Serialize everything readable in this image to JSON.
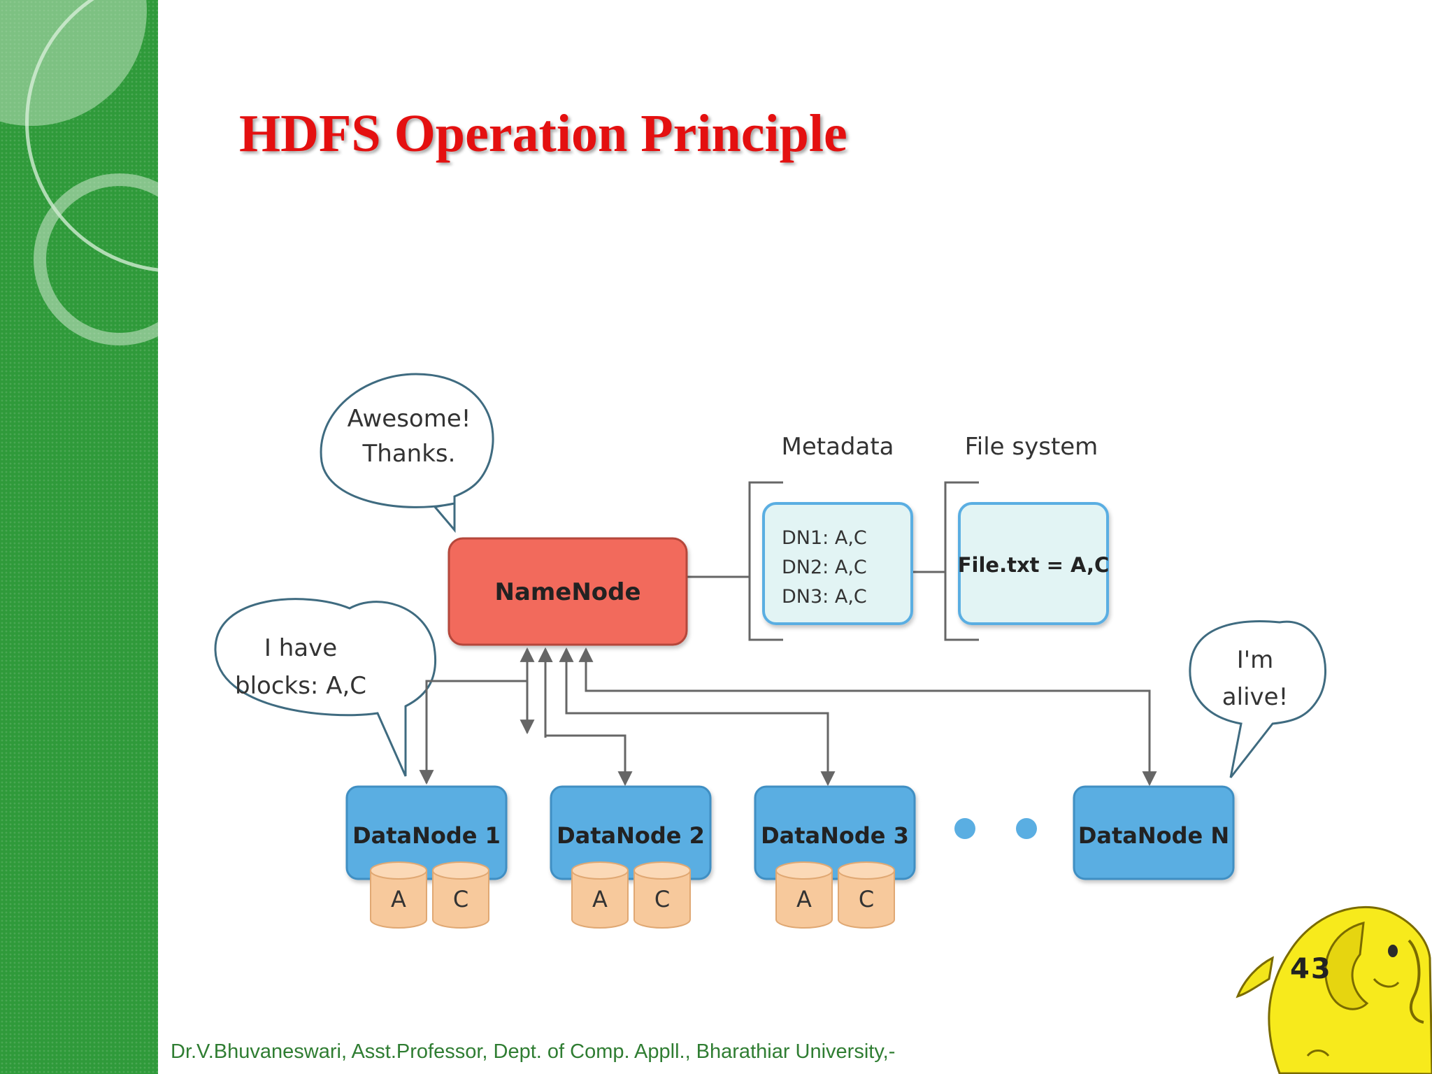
{
  "slide": {
    "title": "HDFS Operation Principle",
    "page_number": "43",
    "footer": "Dr.V.Bhuvaneswari, Asst.Professor, Dept. of Comp. Appll., Bharathiar University,-"
  },
  "diagram": {
    "namenode_label": "NameNode",
    "metadata_heading": "Metadata",
    "filesystem_heading": "File system",
    "metadata_lines": [
      "DN1: A,C",
      "DN2: A,C",
      "DN3: A,C"
    ],
    "filesystem_entry": "File.txt = A,C",
    "bubbles": {
      "namenode": [
        "Awesome!",
        "Thanks."
      ],
      "datanode1": [
        "I have",
        "blocks: A,C"
      ],
      "datanodeN": [
        "I'm",
        "alive!"
      ]
    },
    "datanodes": [
      {
        "label": "DataNode 1",
        "blocks": [
          "A",
          "C"
        ]
      },
      {
        "label": "DataNode 2",
        "blocks": [
          "A",
          "C"
        ]
      },
      {
        "label": "DataNode 3",
        "blocks": [
          "A",
          "C"
        ]
      },
      {
        "label": "DataNode N",
        "blocks": []
      }
    ],
    "colors": {
      "namenode_fill": "#f26b5b",
      "datanode_fill": "#5aaee2",
      "metadata_fill": "#e2f4f4",
      "block_fill": "#f7c99c",
      "bubble_stroke": "#3f6b80",
      "connector": "#666666"
    }
  }
}
